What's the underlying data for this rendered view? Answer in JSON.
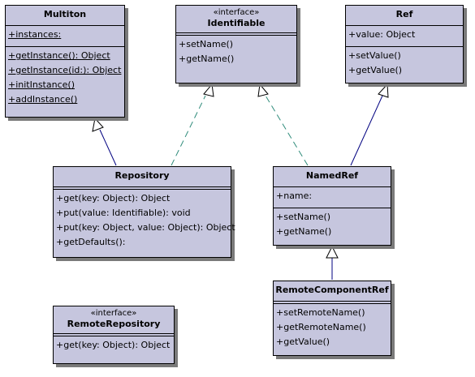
{
  "classes": {
    "multiton": {
      "name": "Multiton",
      "attributes": [
        "+instances:"
      ],
      "operations": [
        "+getInstance(): Object",
        "+getInstance(id:): Object",
        "+initInstance()",
        "+addInstance()"
      ]
    },
    "identifiable": {
      "stereotype": "«interface»",
      "name": "Identifiable",
      "operations": [
        "+setName()",
        "+getName()"
      ]
    },
    "ref": {
      "name": "Ref",
      "attributes": [
        "+value: Object"
      ],
      "operations": [
        "+setValue()",
        "+getValue()"
      ]
    },
    "repository": {
      "name": "Repository",
      "operations": [
        "+get(key: Object): Object",
        "+put(value: Identifiable): void",
        "+put(key: Object, value: Object): Object",
        "+getDefaults():"
      ]
    },
    "namedref": {
      "name": "NamedRef",
      "attributes": [
        "+name:"
      ],
      "operations": [
        "+setName()",
        "+getName()"
      ]
    },
    "remotecomponentref": {
      "name": "RemoteComponentRef",
      "operations": [
        "+setRemoteName()",
        "+getRemoteName()",
        "+getValue()"
      ]
    },
    "remoterepository": {
      "stereotype": "«interface»",
      "name": "RemoteRepository",
      "operations": [
        "+get(key: Object): Object"
      ]
    }
  },
  "colors": {
    "box_fill": "#c6c6de",
    "line": "#000000",
    "realization": "#2e8b7a",
    "generalization": "#000080"
  }
}
